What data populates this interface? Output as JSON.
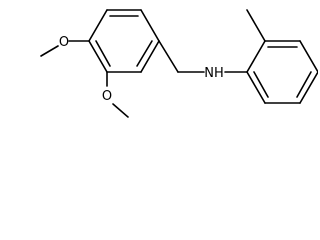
{
  "molecule": {
    "atoms": {
      "nh": "NH",
      "o_methoxy_3": "O",
      "o_methoxy_2": "O"
    },
    "colors": {
      "bond": "#000000",
      "label": "#000000",
      "background": "#ffffff"
    }
  }
}
